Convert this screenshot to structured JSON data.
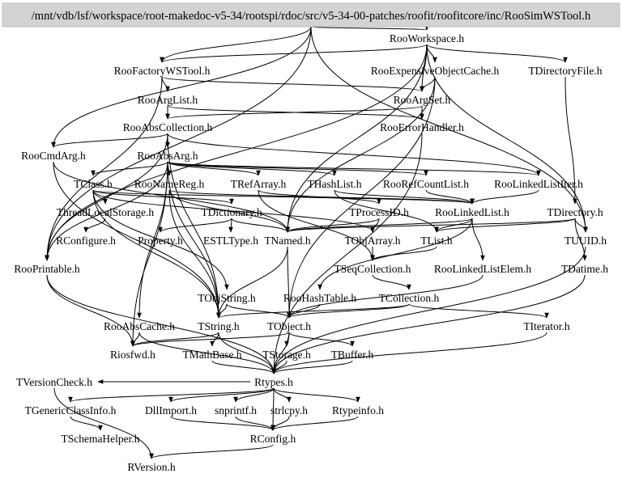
{
  "title_node": {
    "id": "root",
    "label": "/mnt/vdb/lsf/workspace/root-makedoc-v5-34/rootspi/rdoc/src/v5-34-00-patches/roofit/roofitcore/inc/RooSimWSTool.h",
    "fill": "#d3d3d3"
  },
  "nodes": [
    {
      "id": "RooWorkspace",
      "label": "RooWorkspace.h"
    },
    {
      "id": "RooFactoryWSTool",
      "label": "RooFactoryWSTool.h"
    },
    {
      "id": "RooExpensiveObjectCache",
      "label": "RooExpensiveObjectCache.h"
    },
    {
      "id": "TDirectoryFile",
      "label": "TDirectoryFile.h"
    },
    {
      "id": "RooArgList",
      "label": "RooArgList.h"
    },
    {
      "id": "RooArgSet",
      "label": "RooArgSet.h"
    },
    {
      "id": "RooAbsCollection",
      "label": "RooAbsCollection.h"
    },
    {
      "id": "RooErrorHandler",
      "label": "RooErrorHandler.h"
    },
    {
      "id": "RooCmdArg",
      "label": "RooCmdArg.h"
    },
    {
      "id": "RooAbsArg",
      "label": "RooAbsArg.h"
    },
    {
      "id": "TClass",
      "label": "TClass.h"
    },
    {
      "id": "RooNameReg",
      "label": "RooNameReg.h"
    },
    {
      "id": "TRefArray",
      "label": "TRefArray.h"
    },
    {
      "id": "THashList",
      "label": "THashList.h"
    },
    {
      "id": "RooRefCountList",
      "label": "RooRefCountList.h"
    },
    {
      "id": "RooLinkedListIter",
      "label": "RooLinkedListIter.h"
    },
    {
      "id": "ThreadLocalStorage",
      "label": "ThreadLocalStorage.h"
    },
    {
      "id": "TDictionary",
      "label": "TDictionary.h"
    },
    {
      "id": "TProcessID",
      "label": "TProcessID.h"
    },
    {
      "id": "RooLinkedList",
      "label": "RooLinkedList.h"
    },
    {
      "id": "TDirectory",
      "label": "TDirectory.h"
    },
    {
      "id": "RConfigure",
      "label": "RConfigure.h"
    },
    {
      "id": "Property",
      "label": "Property.h"
    },
    {
      "id": "ESTLType",
      "label": "ESTLType.h"
    },
    {
      "id": "TNamed",
      "label": "TNamed.h"
    },
    {
      "id": "TObjArray",
      "label": "TObjArray.h"
    },
    {
      "id": "TList",
      "label": "TList.h"
    },
    {
      "id": "TUUID",
      "label": "TUUID.h"
    },
    {
      "id": "RooPrintable",
      "label": "RooPrintable.h"
    },
    {
      "id": "TSeqCollection",
      "label": "TSeqCollection.h"
    },
    {
      "id": "RooLinkedListElem",
      "label": "RooLinkedListElem.h"
    },
    {
      "id": "TDatime",
      "label": "TDatime.h"
    },
    {
      "id": "TObjString",
      "label": "TObjString.h"
    },
    {
      "id": "RooHashTable",
      "label": "RooHashTable.h"
    },
    {
      "id": "TCollection",
      "label": "TCollection.h"
    },
    {
      "id": "RooAbsCache",
      "label": "RooAbsCache.h"
    },
    {
      "id": "TString",
      "label": "TString.h"
    },
    {
      "id": "TObject",
      "label": "TObject.h"
    },
    {
      "id": "TIterator",
      "label": "TIterator.h"
    },
    {
      "id": "Riosfwd",
      "label": "Riosfwd.h"
    },
    {
      "id": "TMathBase",
      "label": "TMathBase.h"
    },
    {
      "id": "TStorage",
      "label": "TStorage.h"
    },
    {
      "id": "TBuffer",
      "label": "TBuffer.h"
    },
    {
      "id": "TVersionCheck",
      "label": "TVersionCheck.h"
    },
    {
      "id": "Rtypes",
      "label": "Rtypes.h"
    },
    {
      "id": "TGenericClassInfo",
      "label": "TGenericClassInfo.h"
    },
    {
      "id": "DllImport",
      "label": "DllImport.h"
    },
    {
      "id": "snprintf",
      "label": "snprintf.h"
    },
    {
      "id": "strlcpy",
      "label": "strlcpy.h"
    },
    {
      "id": "Rtypeinfo",
      "label": "Rtypeinfo.h"
    },
    {
      "id": "TSchemaHelper",
      "label": "TSchemaHelper.h"
    },
    {
      "id": "RConfig",
      "label": "RConfig.h"
    },
    {
      "id": "RVersion",
      "label": "RVersion.h"
    }
  ],
  "edges": [
    [
      "root",
      "RooWorkspace"
    ],
    [
      "root",
      "RooFactoryWSTool"
    ],
    [
      "root",
      "RooCmdArg"
    ],
    [
      "root",
      "RooPrintable"
    ],
    [
      "root",
      "TUUID"
    ],
    [
      "RooWorkspace",
      "RooExpensiveObjectCache"
    ],
    [
      "RooWorkspace",
      "TDirectoryFile"
    ],
    [
      "RooWorkspace",
      "RooArgSet"
    ],
    [
      "RooWorkspace",
      "RooFactoryWSTool"
    ],
    [
      "RooWorkspace",
      "TUUID"
    ],
    [
      "RooWorkspace",
      "RooPrintable"
    ],
    [
      "RooWorkspace",
      "TNamed"
    ],
    [
      "RooFactoryWSTool",
      "RooArgList"
    ],
    [
      "RooFactoryWSTool",
      "RooArgSet"
    ],
    [
      "RooFactoryWSTool",
      "RooPrintable"
    ],
    [
      "RooExpensiveObjectCache",
      "RooArgSet"
    ],
    [
      "RooExpensiveObjectCache",
      "TObject"
    ],
    [
      "RooExpensiveObjectCache",
      "TNamed"
    ],
    [
      "TDirectoryFile",
      "TDirectory"
    ],
    [
      "RooArgList",
      "RooAbsCollection"
    ],
    [
      "RooArgList",
      "RooErrorHandler"
    ],
    [
      "RooArgSet",
      "RooAbsCollection"
    ],
    [
      "RooArgSet",
      "RooErrorHandler"
    ],
    [
      "RooAbsCollection",
      "RooAbsArg"
    ],
    [
      "RooAbsCollection",
      "RooCmdArg"
    ],
    [
      "RooAbsCollection",
      "RooLinkedListIter"
    ],
    [
      "RooAbsCollection",
      "RooPrintable"
    ],
    [
      "RooAbsCollection",
      "TString"
    ],
    [
      "RooErrorHandler",
      "Rtypes"
    ],
    [
      "RooCmdArg",
      "TNamed"
    ],
    [
      "RooCmdArg",
      "TString"
    ],
    [
      "RooAbsArg",
      "TClass"
    ],
    [
      "RooAbsArg",
      "RooNameReg"
    ],
    [
      "RooAbsArg",
      "TRefArray"
    ],
    [
      "RooAbsArg",
      "THashList"
    ],
    [
      "RooAbsArg",
      "RooRefCountList"
    ],
    [
      "RooAbsArg",
      "RooLinkedListIter"
    ],
    [
      "RooAbsArg",
      "RooAbsCache"
    ],
    [
      "RooAbsArg",
      "RooPrintable"
    ],
    [
      "RooAbsArg",
      "TString"
    ],
    [
      "RooAbsArg",
      "Riosfwd"
    ],
    [
      "TClass",
      "ThreadLocalStorage"
    ],
    [
      "TClass",
      "TDictionary"
    ],
    [
      "TClass",
      "TObjArray"
    ],
    [
      "TClass",
      "TObjString"
    ],
    [
      "TClass",
      "TString"
    ],
    [
      "TClass",
      "RooLinkedList"
    ],
    [
      "RooNameReg",
      "TNamed"
    ],
    [
      "RooNameReg",
      "RooLinkedList"
    ],
    [
      "RooNameReg",
      "TString"
    ],
    [
      "TRefArray",
      "TProcessID"
    ],
    [
      "TRefArray",
      "TSeqCollection"
    ],
    [
      "THashList",
      "TList"
    ],
    [
      "THashList",
      "RooLinkedList"
    ],
    [
      "RooRefCountList",
      "RooLinkedList"
    ],
    [
      "RooLinkedListIter",
      "RooLinkedList"
    ],
    [
      "ThreadLocalStorage",
      "RConfigure"
    ],
    [
      "TDictionary",
      "Property"
    ],
    [
      "TDictionary",
      "ESTLType"
    ],
    [
      "TDictionary",
      "TNamed"
    ],
    [
      "TProcessID",
      "TObjArray"
    ],
    [
      "TProcessID",
      "TNamed"
    ],
    [
      "RooLinkedList",
      "TList"
    ],
    [
      "RooLinkedList",
      "RooLinkedListElem"
    ],
    [
      "RooLinkedList",
      "RooHashTable"
    ],
    [
      "RooLinkedList",
      "TNamed"
    ],
    [
      "TDirectory",
      "TUUID"
    ],
    [
      "TDirectory",
      "TDatime"
    ],
    [
      "TDirectory",
      "TNamed"
    ],
    [
      "TDirectory",
      "TList"
    ],
    [
      "TNamed",
      "TString"
    ],
    [
      "TNamed",
      "TObject"
    ],
    [
      "TObjArray",
      "TSeqCollection"
    ],
    [
      "TList",
      "TSeqCollection"
    ],
    [
      "TUUID",
      "Rtypes"
    ],
    [
      "TDatime",
      "Rtypes"
    ],
    [
      "RooPrintable",
      "Riosfwd"
    ],
    [
      "RooPrintable",
      "Rtypes"
    ],
    [
      "TSeqCollection",
      "TCollection"
    ],
    [
      "RooLinkedListElem",
      "TObject"
    ],
    [
      "TObjString",
      "TString"
    ],
    [
      "TObjString",
      "TObject"
    ],
    [
      "RooHashTable",
      "TObject"
    ],
    [
      "TCollection",
      "TObject"
    ],
    [
      "TCollection",
      "TIterator"
    ],
    [
      "TCollection",
      "TString"
    ],
    [
      "RooAbsCache",
      "Riosfwd"
    ],
    [
      "RooAbsCache",
      "Rtypes"
    ],
    [
      "TString",
      "TMathBase"
    ],
    [
      "TString",
      "Riosfwd"
    ],
    [
      "TString",
      "Rtypes"
    ],
    [
      "TObject",
      "TStorage"
    ],
    [
      "TObject",
      "TBuffer"
    ],
    [
      "TObject",
      "Riosfwd"
    ],
    [
      "TObject",
      "Rtypes"
    ],
    [
      "TIterator",
      "Rtypes"
    ],
    [
      "TMathBase",
      "Rtypes"
    ],
    [
      "TStorage",
      "Rtypes"
    ],
    [
      "TBuffer",
      "Rtypes"
    ],
    [
      "Rtypes",
      "TVersionCheck"
    ],
    [
      "Rtypes",
      "TGenericClassInfo"
    ],
    [
      "Rtypes",
      "DllImport"
    ],
    [
      "Rtypes",
      "snprintf"
    ],
    [
      "Rtypes",
      "strlcpy"
    ],
    [
      "Rtypes",
      "Rtypeinfo"
    ],
    [
      "Rtypes",
      "RConfig"
    ],
    [
      "TVersionCheck",
      "RVersion"
    ],
    [
      "TGenericClassInfo",
      "TSchemaHelper"
    ],
    [
      "DllImport",
      "RConfig"
    ],
    [
      "snprintf",
      "RConfig"
    ],
    [
      "strlcpy",
      "RConfig"
    ],
    [
      "Rtypeinfo",
      "RConfig"
    ],
    [
      "RConfig",
      "RVersion"
    ]
  ]
}
